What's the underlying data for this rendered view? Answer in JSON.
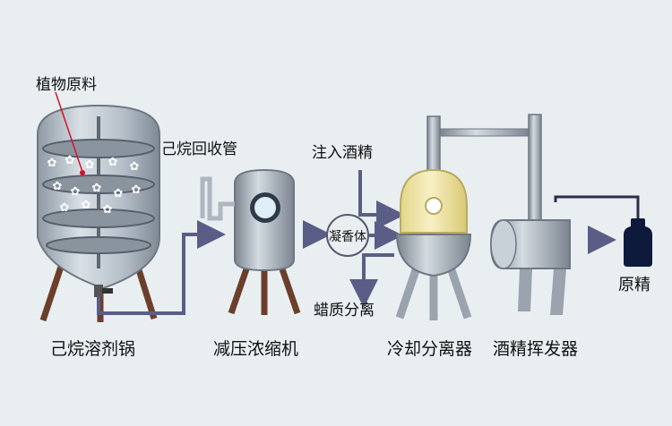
{
  "labels": {
    "plant_material": "植物原料",
    "hexane_pipe": "己烷回收管",
    "inject_alcohol": "注入酒精",
    "concrete": "凝香体",
    "wax_separation": "蜡质分离",
    "absolute": "原精"
  },
  "stages": [
    {
      "label": "己烷溶剂锅"
    },
    {
      "label": "减压浓缩机"
    },
    {
      "label": "冷却分离器"
    },
    {
      "label": "酒精挥发器"
    }
  ],
  "colors": {
    "pipe": "#5a5e86",
    "vessel": "#9aa3ae",
    "leg": "#6b3f2a",
    "cream": "#f1e7a8",
    "bottle": "#0e1a3c",
    "pointer": "#d4112c"
  }
}
